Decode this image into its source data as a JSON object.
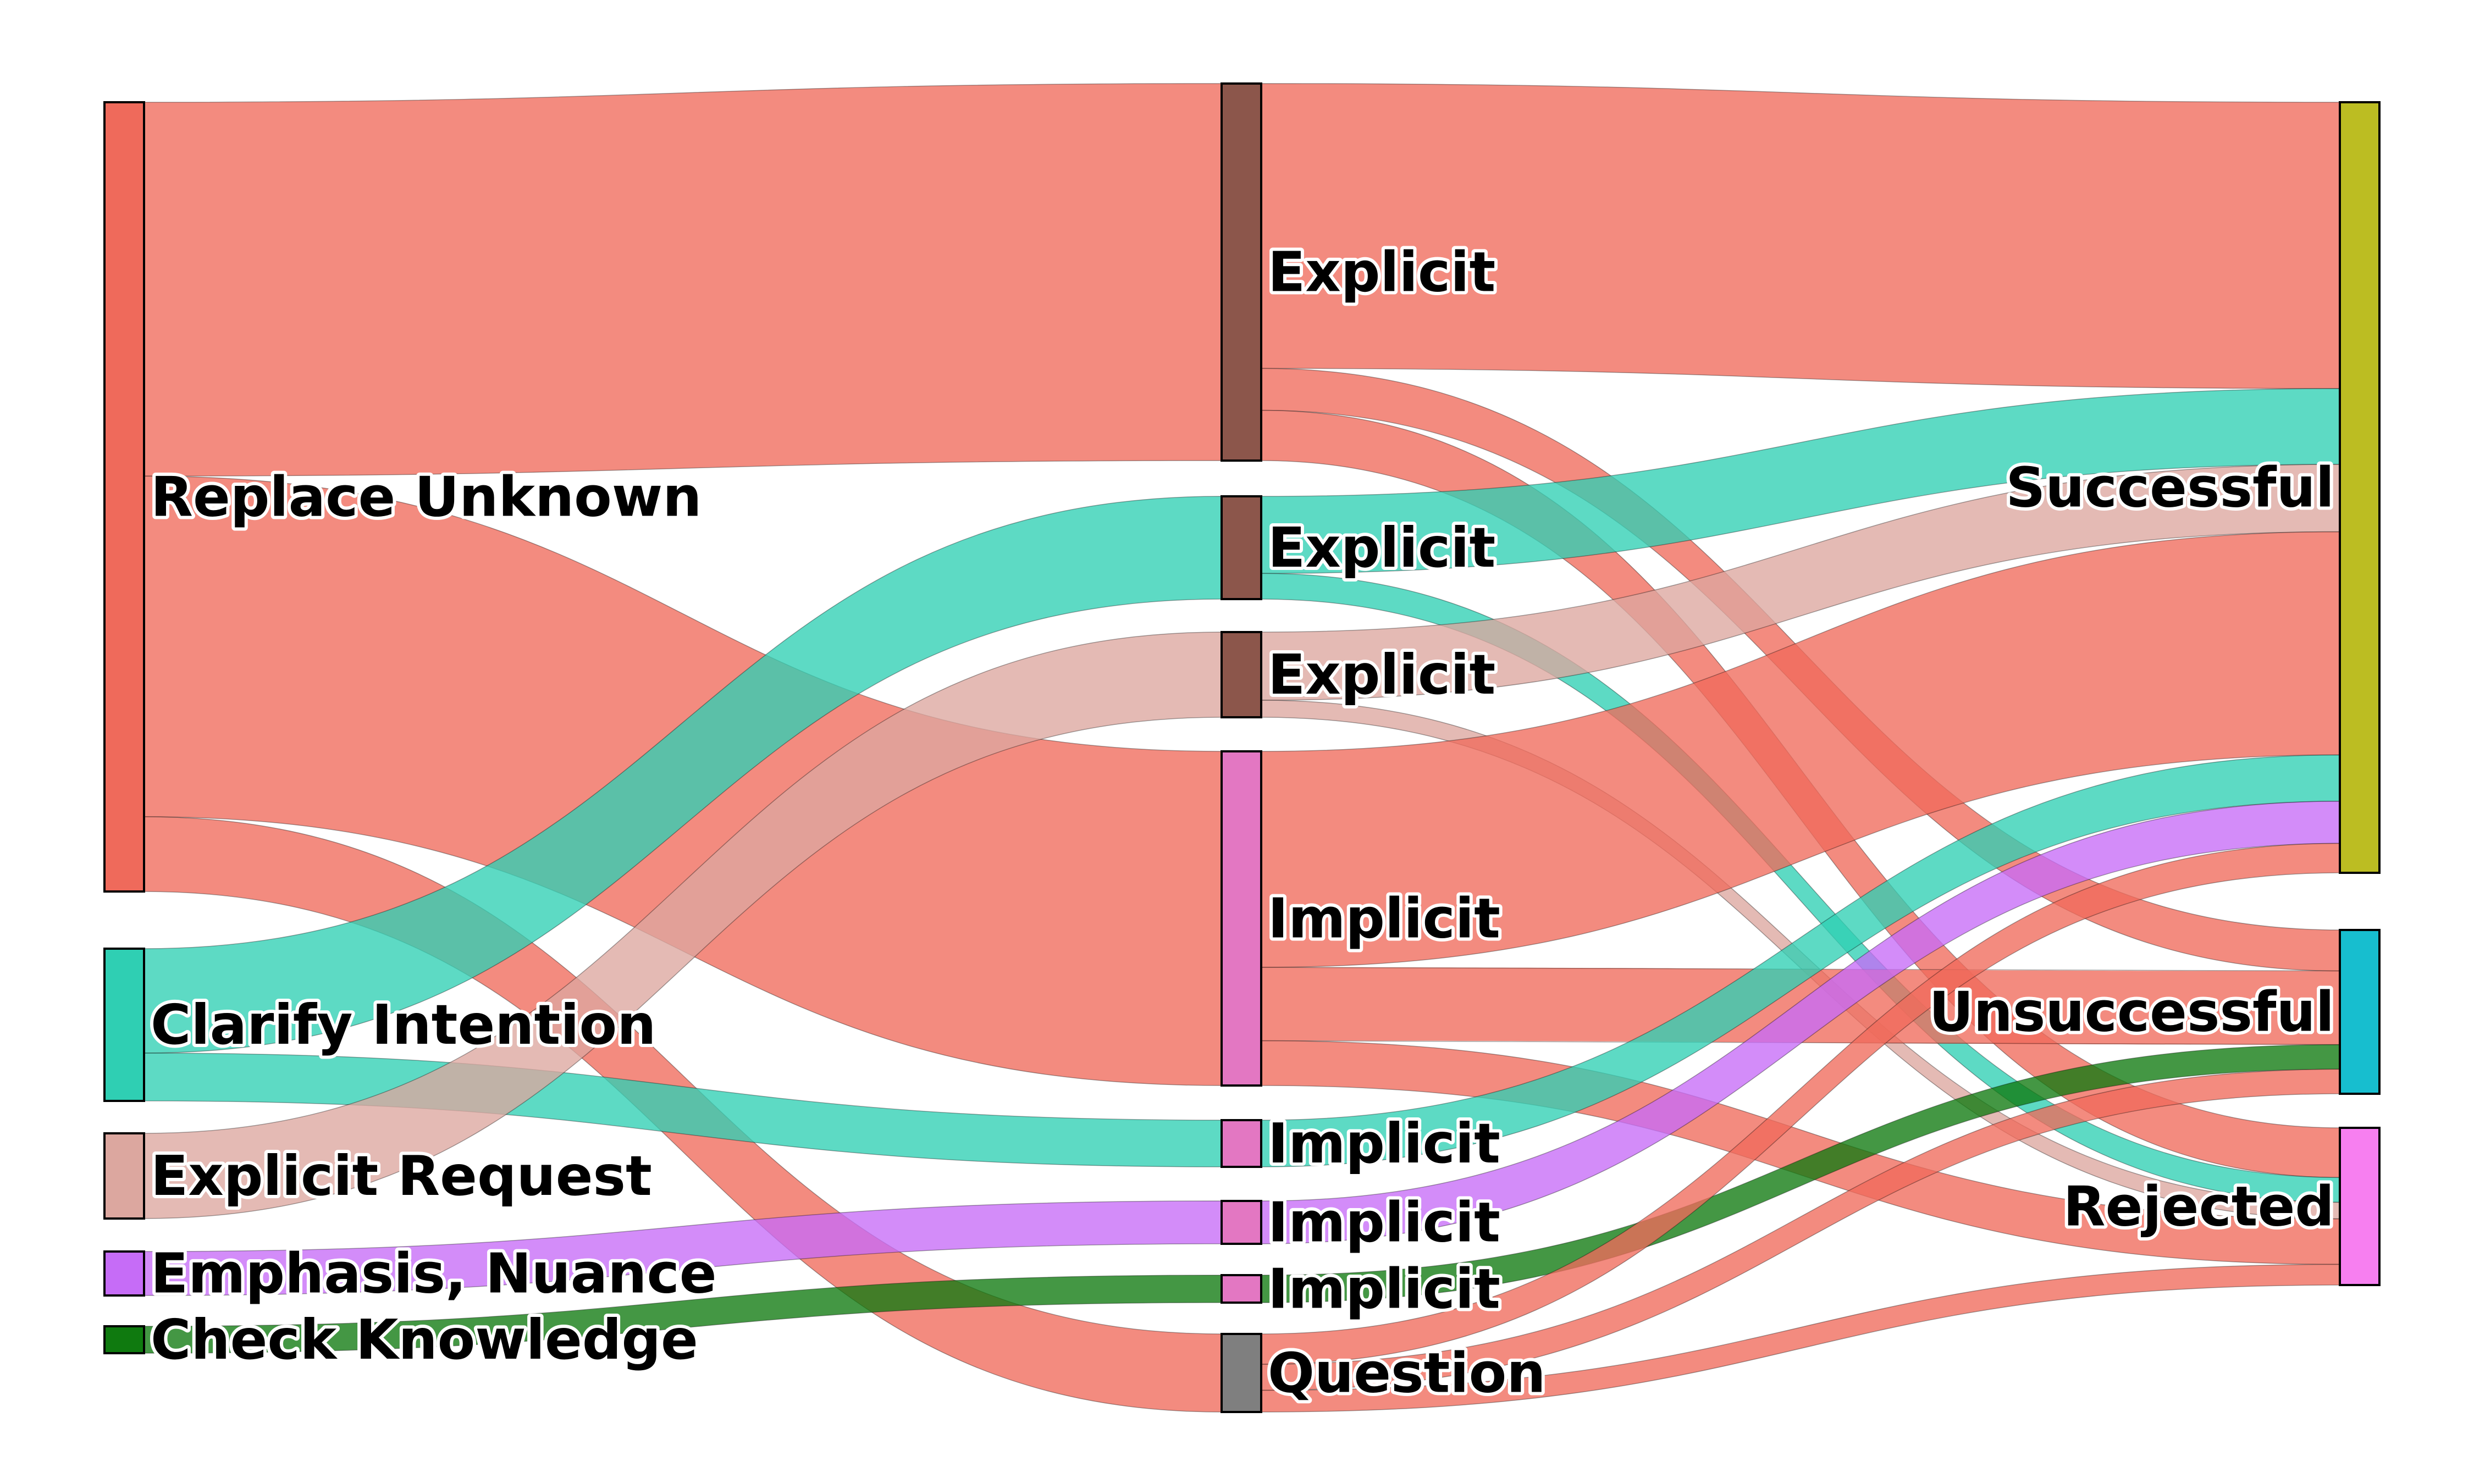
{
  "chart_data": {
    "type": "sankey",
    "colors": {
      "replace_unknown": "#ef6a5b",
      "clarify_intention": "#2fcfb3",
      "explicit_request": "#dca79f",
      "emphasis_nuance": "#c66cf7",
      "check_knowledge": "#0f7a0f",
      "explicit_node": "#8c564b",
      "implicit_node": "#e377c2",
      "question_node": "#7f7f7f",
      "successful_node": "#bcbd22",
      "unsuccessful_node": "#17becf",
      "rejected_node": "#f77ff0"
    },
    "nodes": [
      {
        "id": "ru",
        "label": "Replace Unknown",
        "column": 0,
        "color": "#ef6a5b"
      },
      {
        "id": "ci",
        "label": "Clarify Intention",
        "column": 0,
        "color": "#2fcfb3"
      },
      {
        "id": "er",
        "label": "Explicit Request",
        "column": 0,
        "color": "#dca79f"
      },
      {
        "id": "en",
        "label": "Emphasis, Nuance",
        "column": 0,
        "color": "#c66cf7"
      },
      {
        "id": "ck",
        "label": "Check Knowledge",
        "column": 0,
        "color": "#0f7a0f"
      },
      {
        "id": "ex1",
        "label": "Explicit",
        "column": 1,
        "color": "#8c564b"
      },
      {
        "id": "ex2",
        "label": "Explicit",
        "column": 1,
        "color": "#8c564b"
      },
      {
        "id": "ex3",
        "label": "Explicit",
        "column": 1,
        "color": "#8c564b"
      },
      {
        "id": "im1",
        "label": "Implicit",
        "column": 1,
        "color": "#e377c2"
      },
      {
        "id": "im2",
        "label": "Implicit",
        "column": 1,
        "color": "#e377c2"
      },
      {
        "id": "im3",
        "label": "Implicit",
        "column": 1,
        "color": "#e377c2"
      },
      {
        "id": "im4",
        "label": "Implicit",
        "column": 1,
        "color": "#e377c2"
      },
      {
        "id": "q",
        "label": "Question",
        "column": 1,
        "color": "#7f7f7f"
      },
      {
        "id": "s",
        "label": "Successful",
        "column": 2,
        "color": "#bcbd22"
      },
      {
        "id": "u",
        "label": "Unsuccessful",
        "column": 2,
        "color": "#17becf"
      },
      {
        "id": "r",
        "label": "Rejected",
        "column": 2,
        "color": "#f77ff0"
      }
    ],
    "links": [
      {
        "source": "ru",
        "target": "ex1",
        "value": 90,
        "color": "#ef6a5b"
      },
      {
        "source": "ru",
        "target": "im1",
        "value": 82,
        "color": "#ef6a5b"
      },
      {
        "source": "ru",
        "target": "q",
        "value": 18,
        "color": "#ef6a5b"
      },
      {
        "source": "ci",
        "target": "ex2",
        "value": 24,
        "color": "#2fcfb3"
      },
      {
        "source": "ci",
        "target": "im2",
        "value": 11,
        "color": "#2fcfb3"
      },
      {
        "source": "er",
        "target": "ex3",
        "value": 20,
        "color": "#dca79f"
      },
      {
        "source": "en",
        "target": "im3",
        "value": 10,
        "color": "#c66cf7"
      },
      {
        "source": "ck",
        "target": "im4",
        "value": 6,
        "color": "#0f7a0f"
      },
      {
        "source": "ex1",
        "target": "s",
        "value": 68,
        "color": "#ef6a5b"
      },
      {
        "source": "ex1",
        "target": "u",
        "value": 10,
        "color": "#ef6a5b"
      },
      {
        "source": "ex1",
        "target": "r",
        "value": 12,
        "color": "#ef6a5b"
      },
      {
        "source": "ex2",
        "target": "s",
        "value": 18,
        "color": "#2fcfb3"
      },
      {
        "source": "ex2",
        "target": "r",
        "value": 6,
        "color": "#2fcfb3"
      },
      {
        "source": "ex3",
        "target": "s",
        "value": 16,
        "color": "#dca79f"
      },
      {
        "source": "ex3",
        "target": "r",
        "value": 4,
        "color": "#dca79f"
      },
      {
        "source": "im1",
        "target": "s",
        "value": 53,
        "color": "#ef6a5b"
      },
      {
        "source": "im1",
        "target": "u",
        "value": 18,
        "color": "#ef6a5b"
      },
      {
        "source": "im1",
        "target": "r",
        "value": 11,
        "color": "#ef6a5b"
      },
      {
        "source": "im2",
        "target": "s",
        "value": 11,
        "color": "#2fcfb3"
      },
      {
        "source": "im3",
        "target": "s",
        "value": 10,
        "color": "#c66cf7"
      },
      {
        "source": "im4",
        "target": "u",
        "value": 6,
        "color": "#0f7a0f"
      },
      {
        "source": "q",
        "target": "s",
        "value": 7,
        "color": "#ef6a5b"
      },
      {
        "source": "q",
        "target": "u",
        "value": 6,
        "color": "#ef6a5b"
      },
      {
        "source": "q",
        "target": "r",
        "value": 5,
        "color": "#ef6a5b"
      }
    ]
  }
}
